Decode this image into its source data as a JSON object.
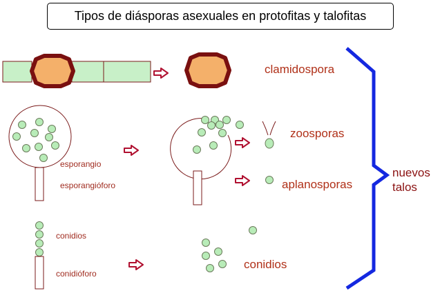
{
  "title": "Tipos de diásporas asexuales en protofitas y talofitas",
  "labels": {
    "clamidospora": "clamidospora",
    "zoosporas": "zoosporas",
    "aplanosporas": "aplanosporas",
    "conidios_result": "conidios",
    "esporangio": "esporangio",
    "esporangioforo": "esporangióforo",
    "conidios": "conidios",
    "conidioforo": "conidióforo",
    "nuevos": "nuevos",
    "talos": "talos"
  },
  "colors": {
    "cell_green": "#c8f0c8",
    "spore_green": "#b8ecb8",
    "chlamydospore_wall": "#7a1010",
    "chlamydospore_core": "#f4b06a",
    "outline_brown": "#7a1a1a",
    "brace_blue": "#1428e0",
    "arrow_red": "#b01030"
  }
}
